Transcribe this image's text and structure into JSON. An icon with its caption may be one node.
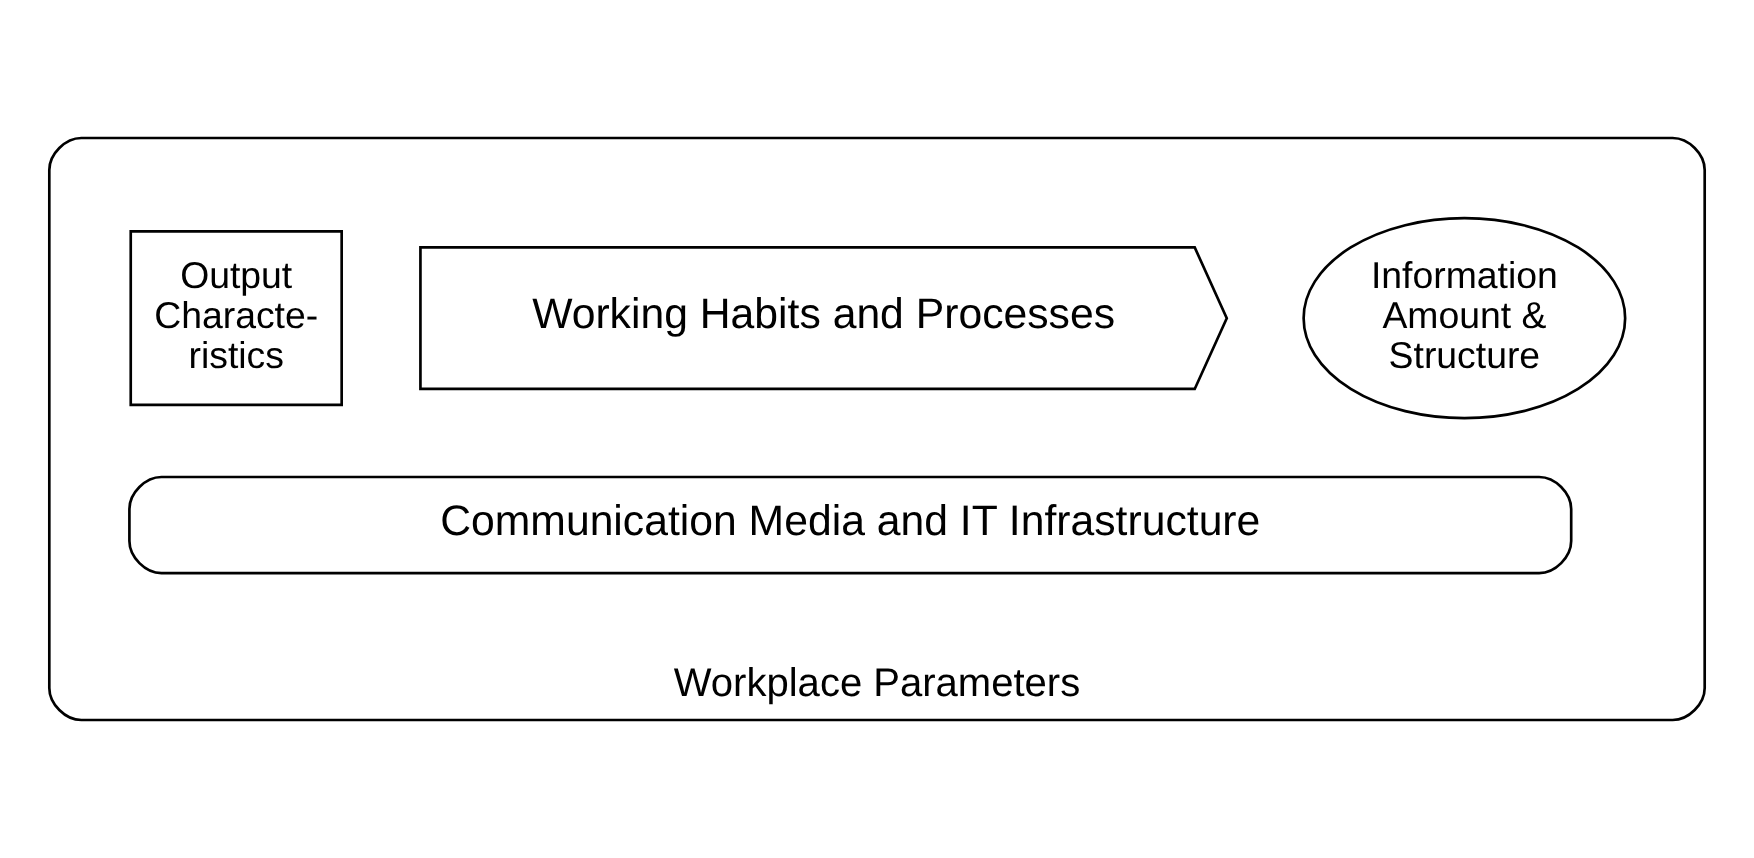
{
  "diagram": {
    "nodes": [
      {
        "text": [
          "Workplace Parameters"
        ]
      },
      {
        "text": [
          "Information Amount & Structure"
        ],
        "in": 0
      },
      {
        "text": [
          "Working Habits and Processes"
        ],
        "in": 0
      },
      {
        "text": [
          "Output Characte- ristics"
        ],
        "in": 0
      },
      {
        "text": [
          "Communication Media and IT Infrastructure"
        ],
        "in": 0
      }
    ]
  }
}
